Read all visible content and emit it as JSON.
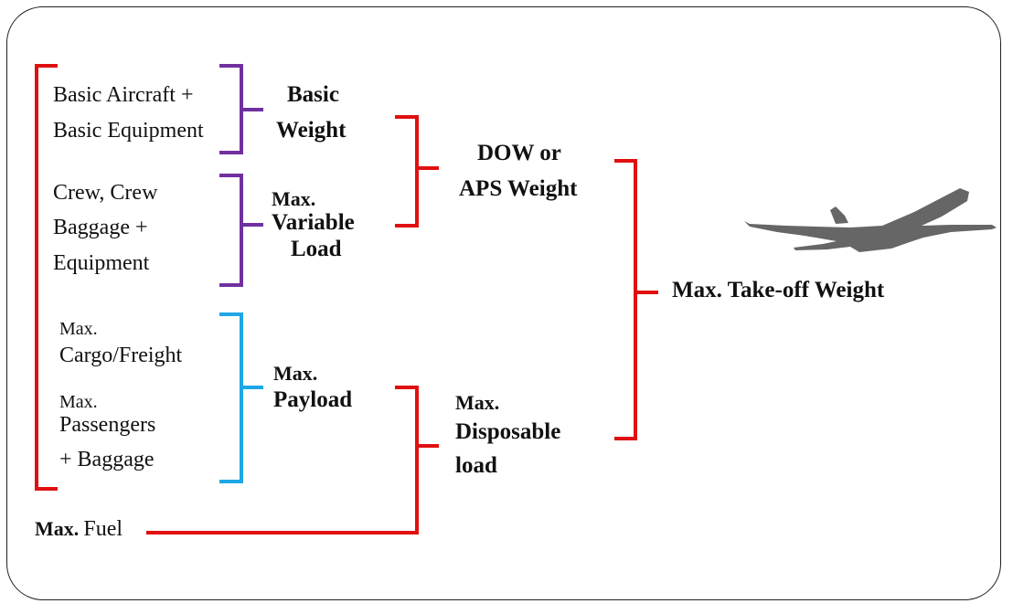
{
  "diagram": {
    "title": "Aircraft weight breakdown",
    "colors": {
      "primary_bracket": "#e01010",
      "basic_bracket": "#7030a0",
      "payload_bracket": "#1ea7e6",
      "aircraft_icon": "#666666"
    },
    "components": {
      "basic_aircraft": [
        "Basic Aircraft +",
        "Basic Equipment"
      ],
      "crew": [
        "Crew, Crew",
        "Baggage +",
        "Equipment"
      ],
      "cargo_prefix": "Max.",
      "cargo": "Cargo/Freight",
      "passengers_prefix": "Max.",
      "passengers": "Passengers",
      "passengers_suffix": "+ Baggage",
      "fuel_prefix": "Max.",
      "fuel": "Fuel"
    },
    "groups": {
      "basic_weight": [
        "Basic",
        "Weight"
      ],
      "variable_load": [
        "Max.",
        "Variable",
        "Load"
      ],
      "payload": [
        "Max.",
        "Payload"
      ],
      "dow": [
        "DOW or",
        "APS Weight"
      ],
      "disposable": [
        "Max.",
        "Disposable",
        "load"
      ],
      "mtow": "Max. Take-off Weight"
    },
    "icon": "airplane-icon"
  }
}
